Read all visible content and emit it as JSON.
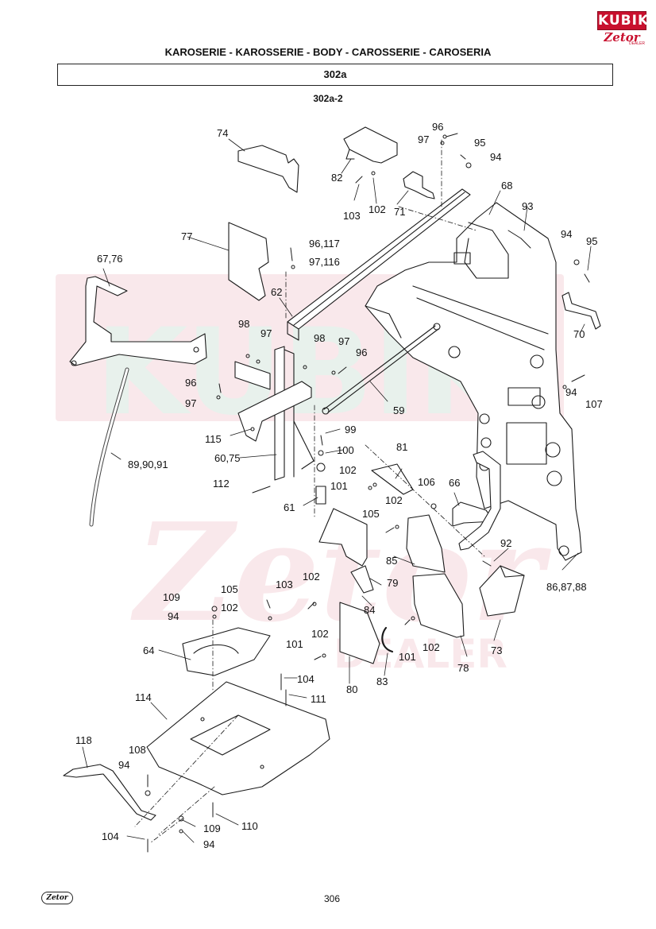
{
  "header": {
    "brand_top": "KUBIK",
    "brand_bottom": "Zetor",
    "brand_sub": "DEALER",
    "title": "KAROSERIE - KAROSSERIE - BODY - CAROSSERIE - CAROSERIA",
    "group_code": "302a",
    "figure_code": "302a-2"
  },
  "diagram": {
    "watermark": [
      "KUBIK",
      "Zetor",
      "DEALER"
    ],
    "labels": [
      {
        "id": "lbl-74",
        "text": "74"
      },
      {
        "id": "lbl-82",
        "text": "82"
      },
      {
        "id": "lbl-103a",
        "text": "103"
      },
      {
        "id": "lbl-102a",
        "text": "102"
      },
      {
        "id": "lbl-71",
        "text": "71"
      },
      {
        "id": "lbl-96a",
        "text": "96"
      },
      {
        "id": "lbl-97a",
        "text": "97"
      },
      {
        "id": "lbl-95a",
        "text": "95"
      },
      {
        "id": "lbl-94a",
        "text": "94"
      },
      {
        "id": "lbl-68",
        "text": "68"
      },
      {
        "id": "lbl-93",
        "text": "93"
      },
      {
        "id": "lbl-94b",
        "text": "94"
      },
      {
        "id": "lbl-95b",
        "text": "95"
      },
      {
        "id": "lbl-77",
        "text": "77"
      },
      {
        "id": "lbl-96-117",
        "text": "96,117"
      },
      {
        "id": "lbl-97-116",
        "text": "97,116"
      },
      {
        "id": "lbl-67-76",
        "text": "67,76"
      },
      {
        "id": "lbl-62",
        "text": "62"
      },
      {
        "id": "lbl-98a",
        "text": "98"
      },
      {
        "id": "lbl-97b",
        "text": "97"
      },
      {
        "id": "lbl-98b",
        "text": "98"
      },
      {
        "id": "lbl-97c",
        "text": "97"
      },
      {
        "id": "lbl-96b",
        "text": "96"
      },
      {
        "id": "lbl-70",
        "text": "70"
      },
      {
        "id": "lbl-96c",
        "text": "96"
      },
      {
        "id": "lbl-97d",
        "text": "97"
      },
      {
        "id": "lbl-94c",
        "text": "94"
      },
      {
        "id": "lbl-107",
        "text": "107"
      },
      {
        "id": "lbl-59",
        "text": "59"
      },
      {
        "id": "lbl-115",
        "text": "115"
      },
      {
        "id": "lbl-99",
        "text": "99"
      },
      {
        "id": "lbl-60-75",
        "text": "60,75"
      },
      {
        "id": "lbl-100",
        "text": "100"
      },
      {
        "id": "lbl-89-90-91",
        "text": "89,90,91"
      },
      {
        "id": "lbl-81",
        "text": "81"
      },
      {
        "id": "lbl-102b",
        "text": "102"
      },
      {
        "id": "lbl-112",
        "text": "112"
      },
      {
        "id": "lbl-101a",
        "text": "101"
      },
      {
        "id": "lbl-106",
        "text": "106"
      },
      {
        "id": "lbl-66",
        "text": "66"
      },
      {
        "id": "lbl-102c",
        "text": "102"
      },
      {
        "id": "lbl-61",
        "text": "61"
      },
      {
        "id": "lbl-105a",
        "text": "105"
      },
      {
        "id": "lbl-92",
        "text": "92"
      },
      {
        "id": "lbl-85",
        "text": "85"
      },
      {
        "id": "lbl-86-87-88",
        "text": "86,87,88"
      },
      {
        "id": "lbl-102d",
        "text": "102"
      },
      {
        "id": "lbl-79",
        "text": "79"
      },
      {
        "id": "lbl-103b",
        "text": "103"
      },
      {
        "id": "lbl-109a",
        "text": "109"
      },
      {
        "id": "lbl-105b",
        "text": "105"
      },
      {
        "id": "lbl-84",
        "text": "84"
      },
      {
        "id": "lbl-94d",
        "text": "94"
      },
      {
        "id": "lbl-102e",
        "text": "102"
      },
      {
        "id": "lbl-102f",
        "text": "102"
      },
      {
        "id": "lbl-101b",
        "text": "101"
      },
      {
        "id": "lbl-102g",
        "text": "102"
      },
      {
        "id": "lbl-73",
        "text": "73"
      },
      {
        "id": "lbl-64",
        "text": "64"
      },
      {
        "id": "lbl-101c",
        "text": "101"
      },
      {
        "id": "lbl-78",
        "text": "78"
      },
      {
        "id": "lbl-104a",
        "text": "104"
      },
      {
        "id": "lbl-83",
        "text": "83"
      },
      {
        "id": "lbl-80",
        "text": "80"
      },
      {
        "id": "lbl-111",
        "text": "111"
      },
      {
        "id": "lbl-114",
        "text": "114"
      },
      {
        "id": "lbl-118",
        "text": "118"
      },
      {
        "id": "lbl-108",
        "text": "108"
      },
      {
        "id": "lbl-94e",
        "text": "94"
      },
      {
        "id": "lbl-110",
        "text": "110"
      },
      {
        "id": "lbl-109b",
        "text": "109"
      },
      {
        "id": "lbl-104b",
        "text": "104"
      },
      {
        "id": "lbl-94f",
        "text": "94"
      }
    ]
  },
  "footer": {
    "brand": "Zetor",
    "page_number": "306"
  }
}
